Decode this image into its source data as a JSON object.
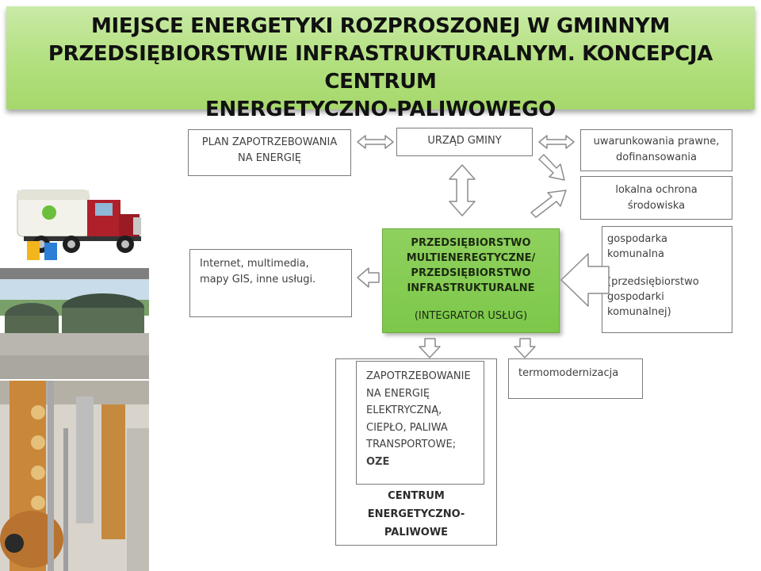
{
  "title": {
    "line1": "MIEJSCE ENERGETYKI ROZPROSZONEJ W GMINNYM",
    "line2": "PRZEDSIĘBIORSTWIE INFRASTRUKTURALNYM. KONCEPCJA CENTRUM",
    "line3": "ENERGETYCZNO-PALIWOWEGO"
  },
  "boxes": {
    "plan": {
      "line1": "PLAN ZAPOTRZEBOWANIA",
      "line2": "NA ENERGIĘ"
    },
    "urzad": {
      "line1": "URZĄD GMINY"
    },
    "uwarunkowania": {
      "line1": "uwarunkowania prawne,",
      "line2": "dofinansowania"
    },
    "ochrona": {
      "line1": "lokalna ochrona",
      "line2": "środowiska"
    },
    "internet": {
      "line1": "Internet, multimedia,",
      "line2": "mapy GIS, inne usługi."
    },
    "przedsiebiorstwo": {
      "line1": "PRZEDSIĘBIORSTWO",
      "line2": "MULTIENEREGTYCZNE/",
      "line3": "PRZEDSIĘBIORSTWO",
      "line4": "INFRASTRUKTURALNE",
      "line5": "(INTEGRATOR USŁUG)"
    },
    "gospodarka": {
      "line1": "gospodarka",
      "line2": "komunalna",
      "line3": "(przedsiębiorstwo",
      "line4": "gospodarki",
      "line5": "komunalnej)"
    },
    "zapotrzebowanie": {
      "line1": "ZAPOTRZEBOWANIE",
      "line2": "NA ENERGIĘ",
      "line3": "ELEKTRYCZNĄ,",
      "line4": "CIEPŁO, PALIWA",
      "line5": "TRANSPORTOWE;",
      "line6": "OZE"
    },
    "centrum": {
      "line1": "CENTRUM",
      "line2": "ENERGETYCZNO-",
      "line3": "PALIWOWE"
    },
    "termo": {
      "line1": "termomodernizacja"
    }
  },
  "colors": {
    "banner": "#b2e07e",
    "integrator_box": "#7cc84a",
    "arrow_fill": "#ffffff",
    "arrow_stroke": "#8c8c8c"
  },
  "images": [
    "garbage-truck-photo",
    "biogas-plant-photo",
    "distillery-photo"
  ]
}
